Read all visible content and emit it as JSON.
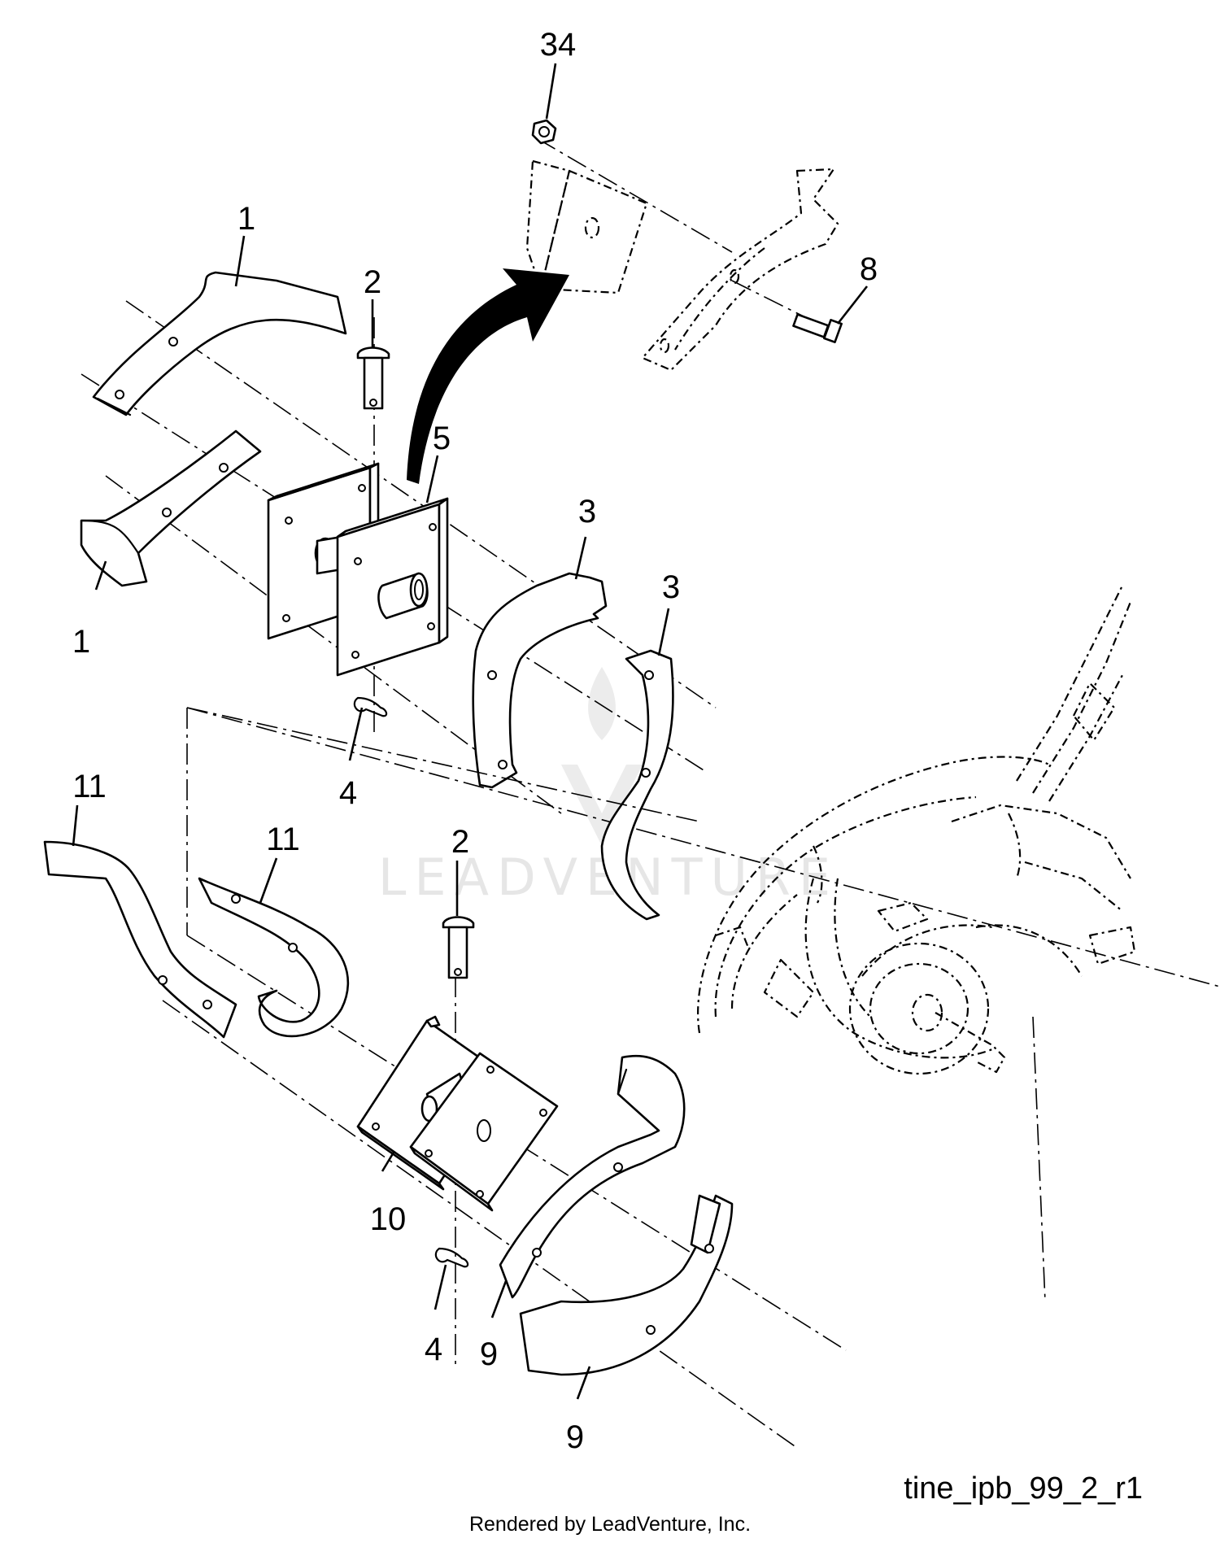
{
  "callouts": {
    "c34": "34",
    "c8": "8",
    "c1a": "1",
    "c2a": "2",
    "c5": "5",
    "c1b": "1",
    "c3a": "3",
    "c3b": "3",
    "c4a": "4",
    "c11a": "11",
    "c11b": "11",
    "c2b": "2",
    "c10": "10",
    "c4b": "4",
    "c9a": "9",
    "c9b": "9"
  },
  "drawing_id": "tine_ipb_99_2_r1",
  "footer": "Rendered by LeadVenture, Inc.",
  "watermark": "LEADVENTURE",
  "colors": {
    "line": "#000000",
    "background": "#ffffff",
    "watermark": "#e6e6e6"
  }
}
